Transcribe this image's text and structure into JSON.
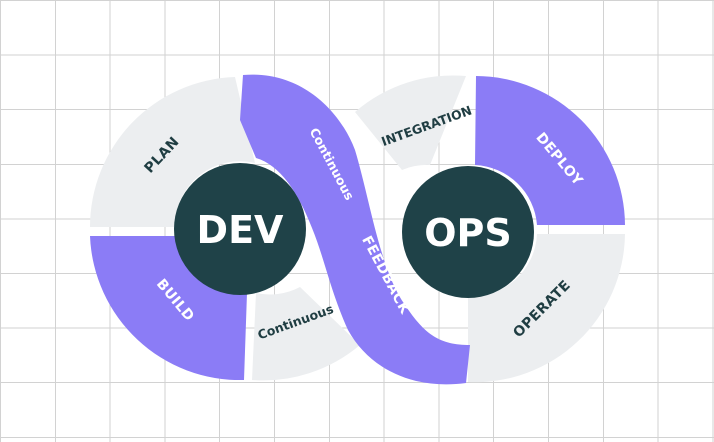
{
  "colors": {
    "purple": "#8b7cf6",
    "light_gray": "#eceef0",
    "hub": "#1f4248",
    "hub_text": "#ffffff",
    "dark_text": "#1f3d42",
    "light_text": "#ffffff"
  },
  "dev_loop": {
    "hub_label": "DEV",
    "plan_label": "PLAN",
    "build_label": "BUILD",
    "continuous_lower_label": "Continuous"
  },
  "ops_loop": {
    "hub_label": "OPS",
    "integration_label": "INTEGRATION",
    "deploy_label": "DEPLOY",
    "operate_label": "OPERATE"
  },
  "bridge": {
    "continuous_label": "Continuous",
    "feedback_label": "FEEDBACK"
  }
}
